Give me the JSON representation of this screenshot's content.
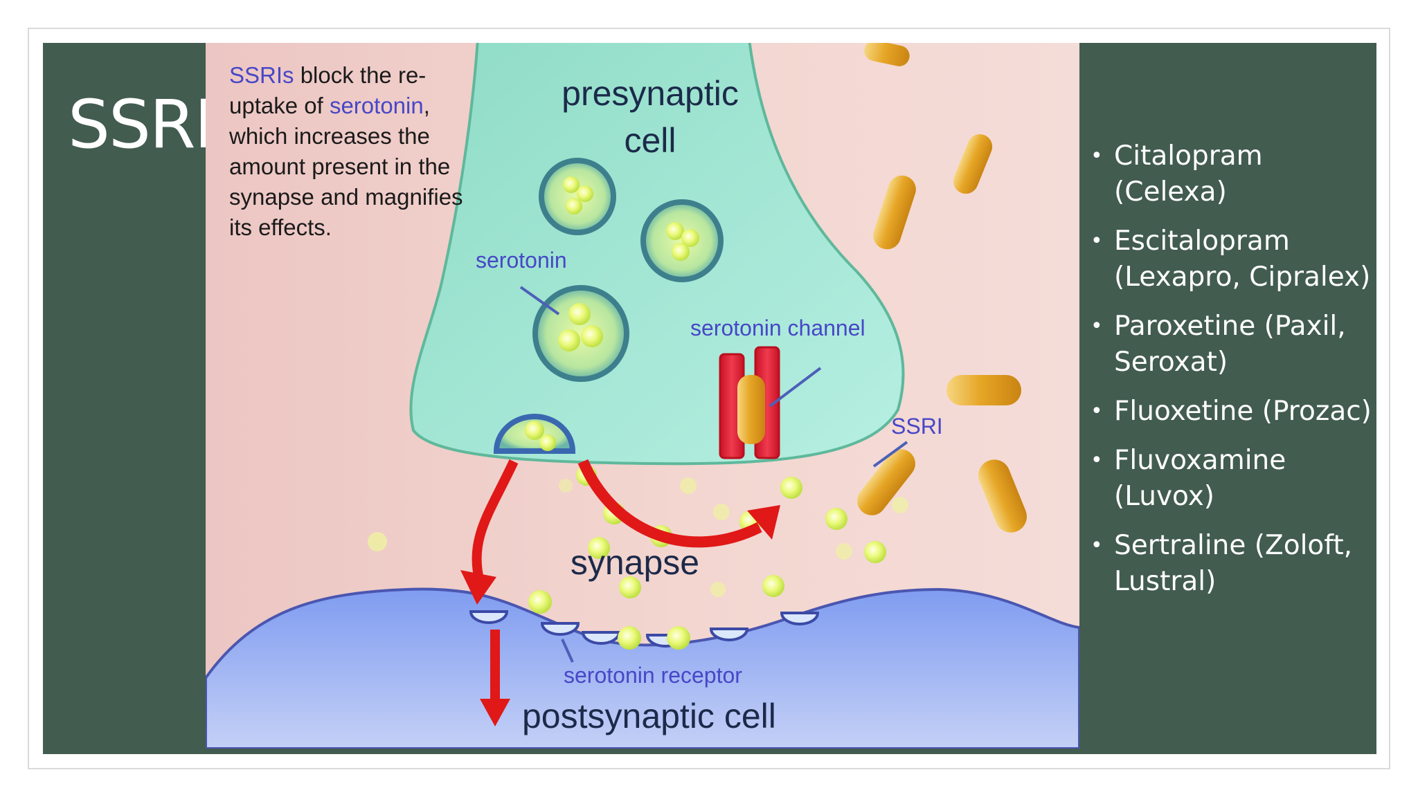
{
  "slide": {
    "title": "SSRI",
    "background_color": "#425c50",
    "title_color": "#ffffff"
  },
  "diagram": {
    "caption": {
      "line1_highlight": "SSRIs",
      "line1_rest": " block the re-",
      "line2_start": "uptake of ",
      "line2_highlight": "serotonin",
      "line2_end": ",",
      "line3": "which increases the",
      "line4": "amount present in the",
      "line5": "synapse and magnifies",
      "line6": "its effects."
    },
    "labels": {
      "presynaptic_line1": "presynaptic",
      "presynaptic_line2": "cell",
      "serotonin": "serotonin",
      "serotonin_channel": "serotonin channel",
      "ssri": "SSRI",
      "synapse": "synapse",
      "serotonin_receptor": "serotonin receptor",
      "postsynaptic": "postsynaptic cell"
    },
    "colors": {
      "highlight_blue": "#4747c7",
      "presynaptic_fill": "#a6e6d2",
      "postsynaptic_fill": "#90a8f0",
      "background": "#f0d0cc",
      "arrow_red": "#e01818",
      "pill_gold": "#e2a424",
      "serotonin_yellow": "#eaf87a"
    }
  },
  "drugs": [
    {
      "line1": "Citalopram (Celexa)",
      "line2": ""
    },
    {
      "line1": "Escitalopram",
      "line2": "(Lexapro, Cipralex)"
    },
    {
      "line1": "Paroxetine (Paxil,",
      "line2": "Seroxat)"
    },
    {
      "line1": "Fluoxetine (Prozac)",
      "line2": ""
    },
    {
      "line1": "Fluvoxamine",
      "line2": "(Luvox)"
    },
    {
      "line1": "Sertraline (Zoloft,",
      "line2": "Lustral)"
    }
  ]
}
